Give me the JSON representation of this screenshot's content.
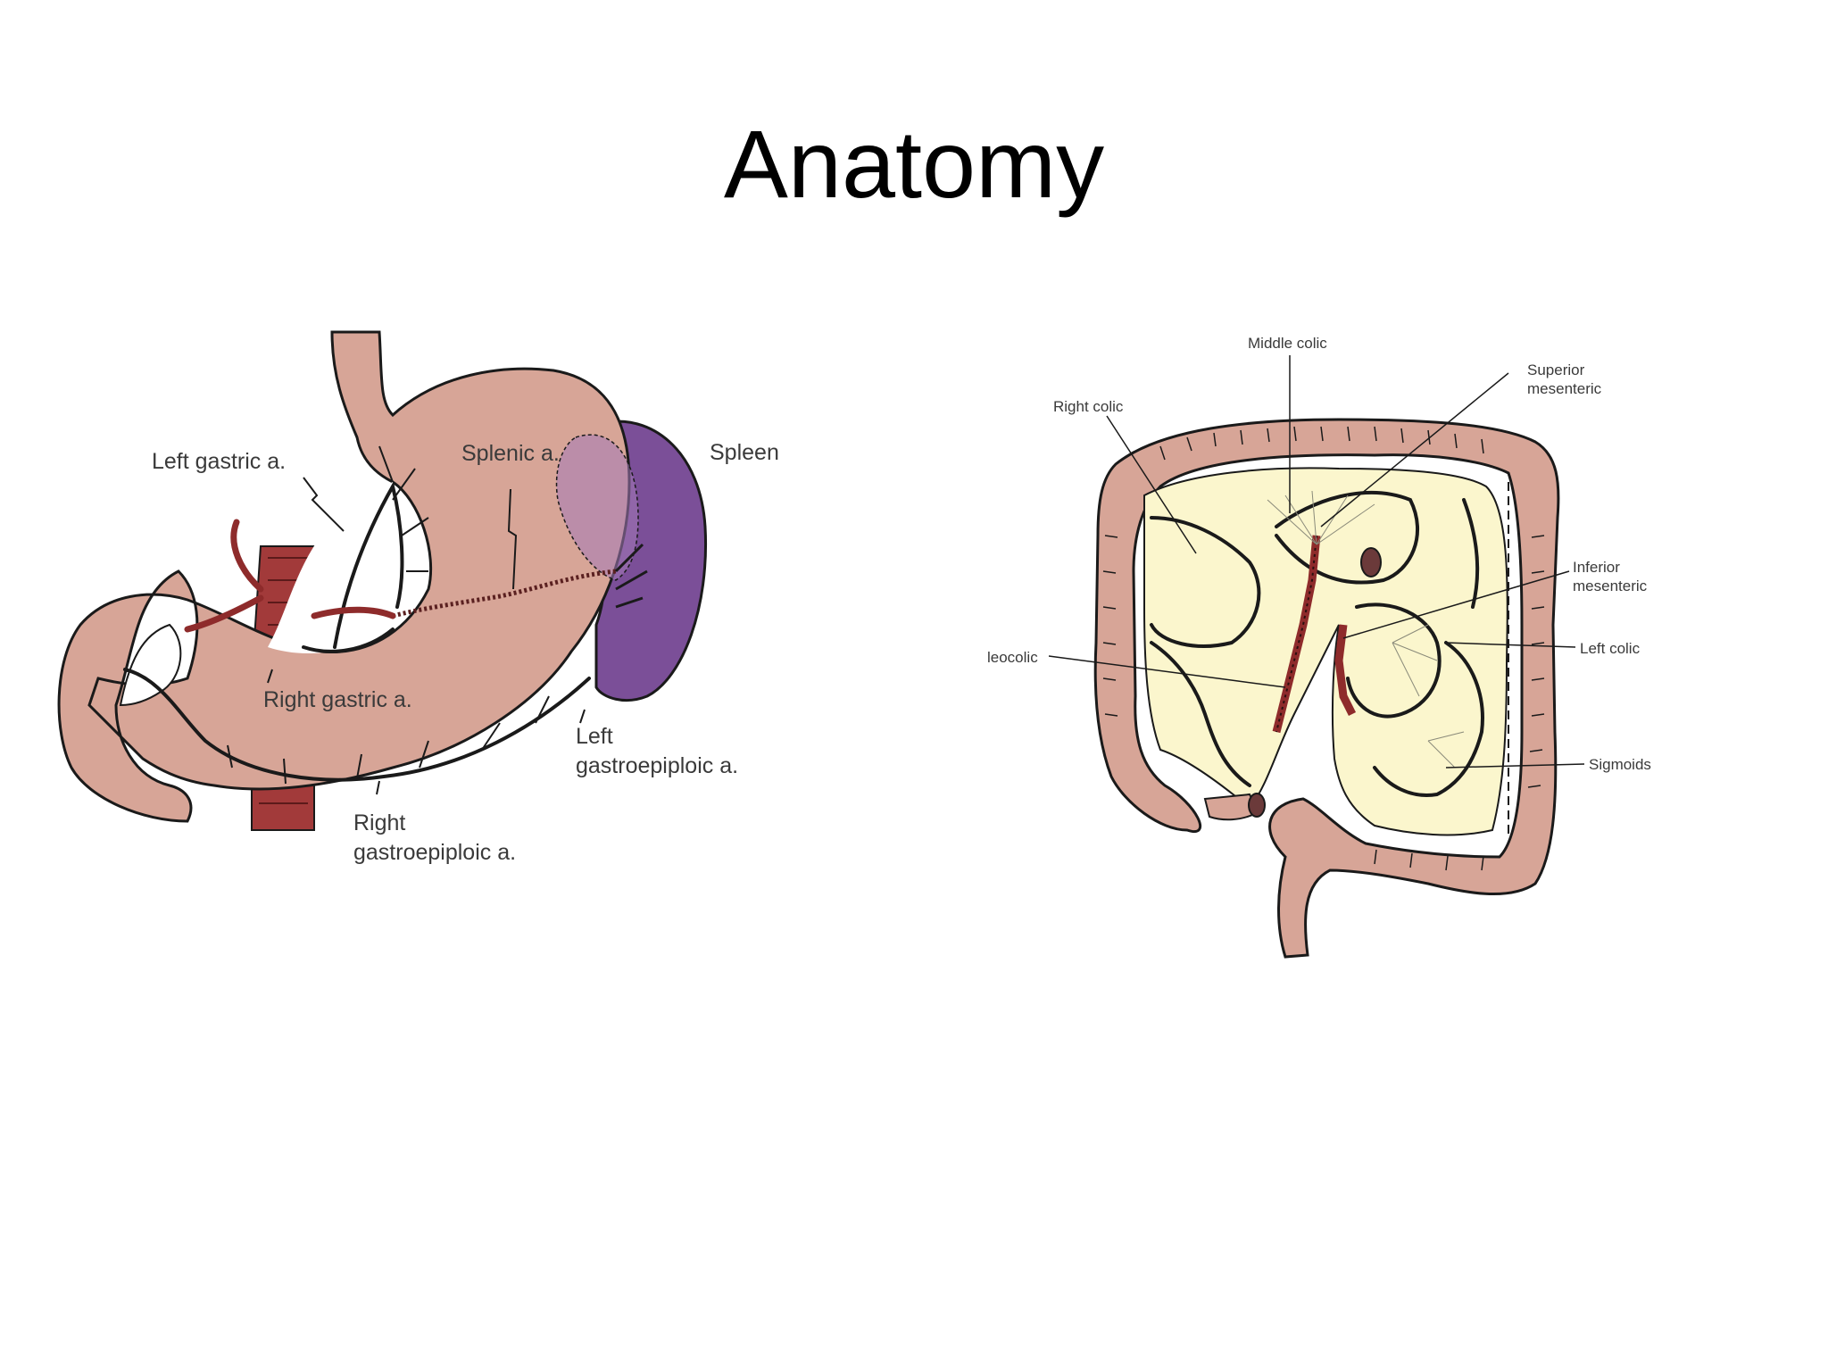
{
  "slide": {
    "title": "Anatomy"
  },
  "stomach_figure": {
    "labels": {
      "left_gastric": "Left gastric a.",
      "splenic": "Splenic a.",
      "spleen": "Spleen",
      "right_gastric": "Right gastric a.",
      "left_gastroepiploic_1": "Left",
      "left_gastroepiploic_2": "gastroepiploic a.",
      "right_gastroepiploic_1": "Right",
      "right_gastroepiploic_2": "gastroepiploic a."
    }
  },
  "colon_figure": {
    "labels": {
      "middle_colic": "Middle colic",
      "superior_mesenteric_1": "Superior",
      "superior_mesenteric_2": "mesenteric",
      "right_colic": "Right colic",
      "inferior_mesenteric_1": "Inferior",
      "inferior_mesenteric_2": "mesenteric",
      "left_colic": "Left colic",
      "ileocolic": "leocolic",
      "sigmoids": "Sigmoids"
    }
  },
  "colors": {
    "tissue": "#d7a597",
    "spleen": "#7b4f98",
    "vessel": "#8e2b2b",
    "mesentery": "#fbf6cd",
    "outline": "#1a1a1a"
  }
}
